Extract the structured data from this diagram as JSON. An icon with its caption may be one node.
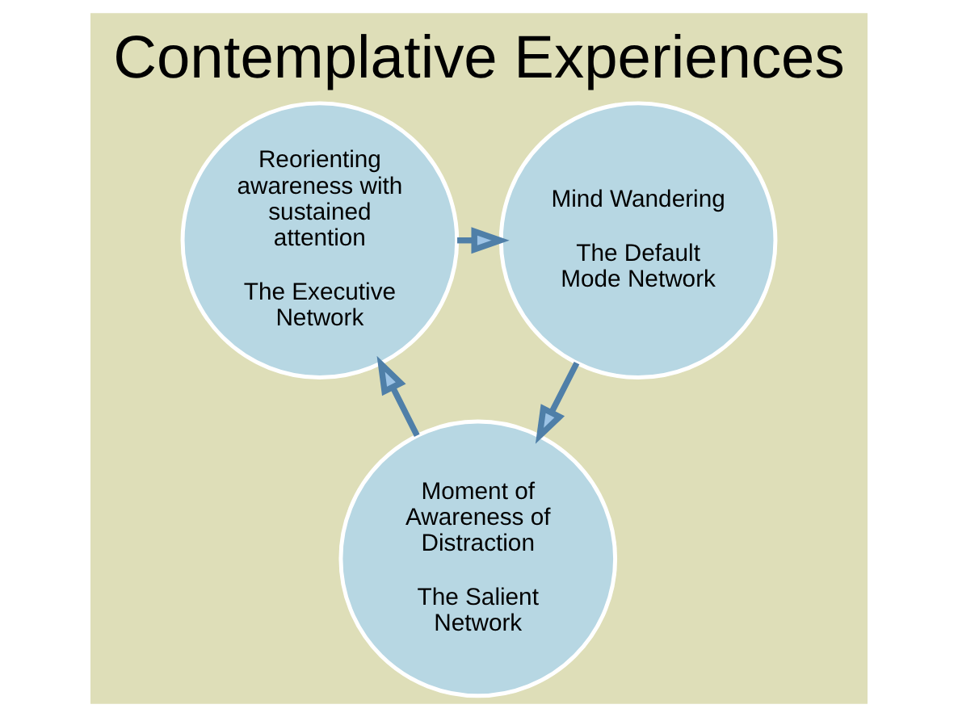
{
  "diagram": {
    "title": "Contemplative Experiences",
    "nodes": [
      {
        "text": [
          "Reorienting awareness with sustained attention",
          "The Executive Network"
        ]
      },
      {
        "text": [
          "Mind Wandering",
          "The Default Mode Network"
        ]
      },
      {
        "text": [
          "Moment of Awareness of Distraction",
          "The Salient Network"
        ]
      }
    ],
    "edges": [
      {
        "from": 0,
        "to": 1,
        "arrow": "to"
      },
      {
        "from": 1,
        "to": 2,
        "arrow": "to"
      },
      {
        "from": 2,
        "to": 0,
        "arrow": "to"
      }
    ]
  }
}
